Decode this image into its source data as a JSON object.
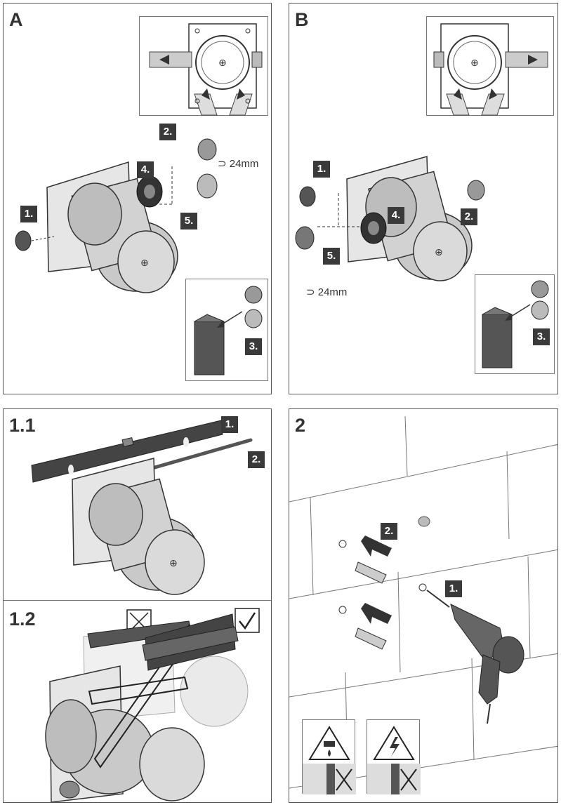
{
  "panels": {
    "a": {
      "label": "A",
      "steps": [
        "1.",
        "2.",
        "3.",
        "4.",
        "5."
      ],
      "wrench_size": "24mm"
    },
    "b": {
      "label": "B",
      "steps": [
        "1.",
        "2.",
        "3.",
        "4.",
        "5."
      ],
      "wrench_size": "24mm"
    },
    "c": {
      "label_top": "1.1",
      "label_bottom": "1.2",
      "steps": [
        "1.",
        "2."
      ]
    },
    "d": {
      "label": "2",
      "steps": [
        "1.",
        "2."
      ]
    }
  },
  "colors": {
    "border": "#555555",
    "badge": "#3a3a3a",
    "metal": "#c8c8c8",
    "dark": "#3a3a3a"
  }
}
